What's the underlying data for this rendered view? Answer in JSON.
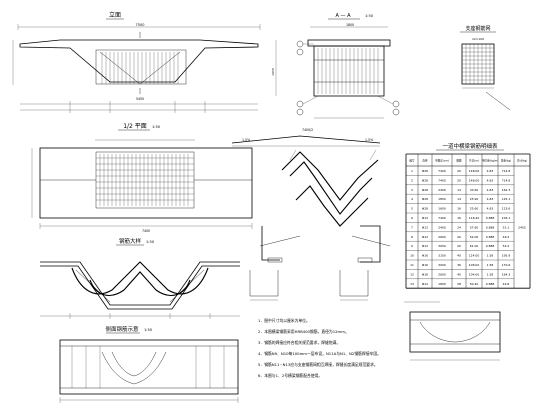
{
  "drawing": {
    "view_elevation": {
      "title": "立面",
      "label_span_top": "7500",
      "label_bottom": "5450"
    },
    "view_section": {
      "title": "A — A",
      "scale": "1:50",
      "label_top": "1800",
      "label_side": "1650"
    },
    "view_rebar_mesh": {
      "title": "支座钢筋网",
      "label": "12×100"
    },
    "view_plan": {
      "title": "1/2 平面",
      "scale": "1:50",
      "label_width": "7400"
    },
    "view_rebar_detail": {
      "title": "钢筋大样",
      "scale": "1:50"
    },
    "view_side_detail": {
      "title": "侧面钢筋示意",
      "scale": "1:50"
    },
    "view_top_rebar": {
      "dims": [
        "1.5%",
        "7400/2",
        "1.5%"
      ]
    },
    "scale_label": "1:50",
    "rebar_table": {
      "title": "一道中横梁钢筋明细表",
      "headers": [
        "编号",
        "直径",
        "单根长(cm)",
        "根数",
        "共长(m)",
        "单位重(kg/m)",
        "总重(kg)",
        "合计(kg)"
      ],
      "rows": [
        [
          "1",
          "Φ28",
          "7400",
          "20",
          "148.00",
          "4.83",
          "714.8",
          ""
        ],
        [
          "2",
          "Φ28",
          "7400",
          "20",
          "148.00",
          "4.83",
          "714.8",
          ""
        ],
        [
          "3",
          "Φ28",
          "2400",
          "14",
          "33.60",
          "4.83",
          "162.3",
          ""
        ],
        [
          "4",
          "Φ28",
          "1850",
          "14",
          "25.90",
          "4.83",
          "125.1",
          ""
        ],
        [
          "5",
          "Φ28",
          "1600",
          "16",
          "25.60",
          "4.83",
          "123.6",
          ""
        ],
        [
          "6",
          "Φ12",
          "7400",
          "16",
          "118.40",
          "0.888",
          "105.1",
          "2455"
        ],
        [
          "7",
          "Φ12",
          "2400",
          "24",
          "57.60",
          "0.888",
          "51.1",
          ""
        ],
        [
          "8",
          "Φ12",
          "2600",
          "20",
          "52.00",
          "0.888",
          "46.2",
          ""
        ],
        [
          "9",
          "Φ12",
          "3050",
          "20",
          "61.00",
          "0.888",
          "54.2",
          ""
        ],
        [
          "10",
          "Φ16",
          "3100",
          "40",
          "124.00",
          "1.58",
          "195.9",
          ""
        ],
        [
          "11",
          "Φ16",
          "3000",
          "36",
          "108.00",
          "1.58",
          "170.6",
          ""
        ],
        [
          "12",
          "Φ16",
          "2600",
          "40",
          "104.00",
          "1.58",
          "164.3",
          ""
        ],
        [
          "13",
          "Φ12",
          "1800",
          "28",
          "50.40",
          "0.888",
          "44.8",
          ""
        ]
      ]
    },
    "notes": [
      "1．图中尺寸均以厘米为单位。",
      "2．本图横梁钢筋采用HRB400钢筋，直径为12mm。",
      "3．钢筋的焊接应符合相关规范要求，焊缝饱满。",
      "4．钢筋N9、N10每100mm一层布设，N11A与N1、N2钢筋焊接牢固。",
      "5．钢筋N11~N13应与支座钢筋网相互焊接，焊缝长度满足规范要求。",
      "6．本图与1、2号横梁钢筋配合使用。"
    ],
    "numbers_bottom": [
      "10",
      "11",
      "12",
      "13"
    ]
  }
}
